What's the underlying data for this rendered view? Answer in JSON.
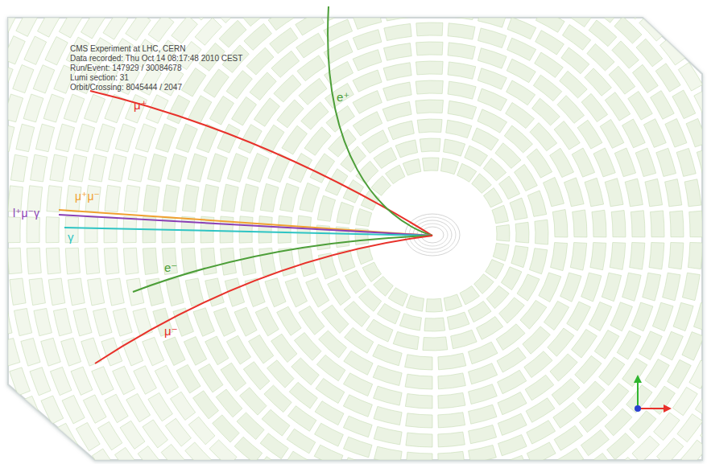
{
  "diagram": {
    "labels": [
      "CMS Experiment at LHC, CERN",
      "Data recorded: Thu Oct 14 08:17:48 2010 CEST",
      "Run/Event: 147929 / 30084678",
      "Lumi section: 31",
      "Orbit/Crossing: 8045444 / 2047",
      "μ⁺",
      "e⁺",
      "μ⁺μ⁻",
      "l⁺μ⁻γ",
      "γ",
      "e⁻",
      "μ⁻"
    ]
  }
}
